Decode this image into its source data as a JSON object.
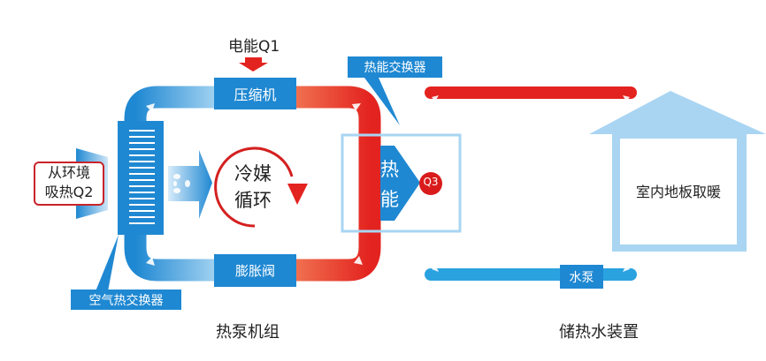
{
  "labels": {
    "electric_energy": "电能Q1",
    "compressor": "压缩机",
    "expansion_valve": "膨胀阀",
    "air_heat_exchanger": "空气热交换器",
    "thermal_heat_exchanger": "热能交换器",
    "absorb_heat_line1": "从环境",
    "absorb_heat_line2": "吸热Q2",
    "refrigerant_line1": "冷媒",
    "refrigerant_line2": "循环",
    "heat_energy_1": "热",
    "heat_energy_2": "能",
    "q3": "Q3",
    "floor_heating": "室内地板取暖",
    "water_pump": "水泵",
    "heat_pump_unit": "热泵机组",
    "hot_water_storage": "储热水装置"
  },
  "colors": {
    "blue": "#1f88d2",
    "red": "#e3231f",
    "light_blue": "#a9d5f2"
  }
}
